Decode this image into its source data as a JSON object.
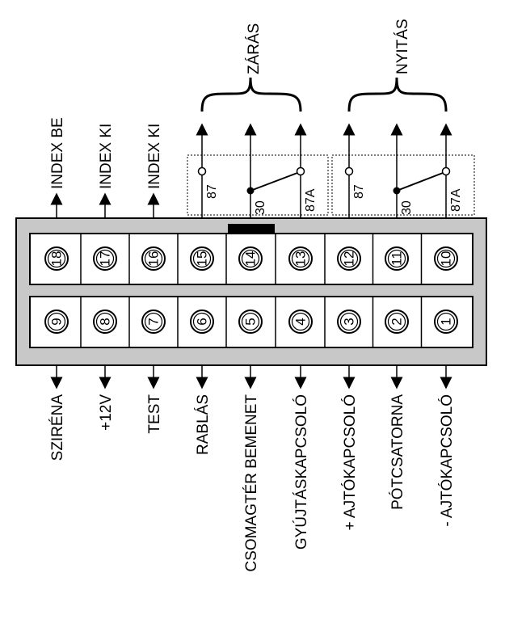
{
  "groups": {
    "close": "ZÁRÁS",
    "open": "NYITÁS"
  },
  "top_labels": [
    {
      "text": "INDEX BE"
    },
    {
      "text": "INDEX KI"
    },
    {
      "text": "INDEX KI"
    }
  ],
  "relay_labels": {
    "no": "87",
    "com": "30",
    "nc": "87A"
  },
  "top_pins": [
    "18",
    "17",
    "16",
    "15",
    "14",
    "13",
    "12",
    "11",
    "10"
  ],
  "bottom_pins": [
    "9",
    "8",
    "7",
    "6",
    "5",
    "4",
    "3",
    "2",
    "1"
  ],
  "bottom_labels": [
    {
      "text": "SZIRÉNA"
    },
    {
      "text": "+12V"
    },
    {
      "text": "TEST"
    },
    {
      "text": "RABLÁS"
    },
    {
      "text": "CSOMAGTÉR BEMENET"
    },
    {
      "text": "GYÚJTÁSKAPCSOLÓ"
    },
    {
      "text": "+ AJTÓKAPCSOLÓ"
    },
    {
      "text": "PÓTCSATORNA"
    },
    {
      "text": "- AJTÓKAPCSOLÓ"
    }
  ]
}
